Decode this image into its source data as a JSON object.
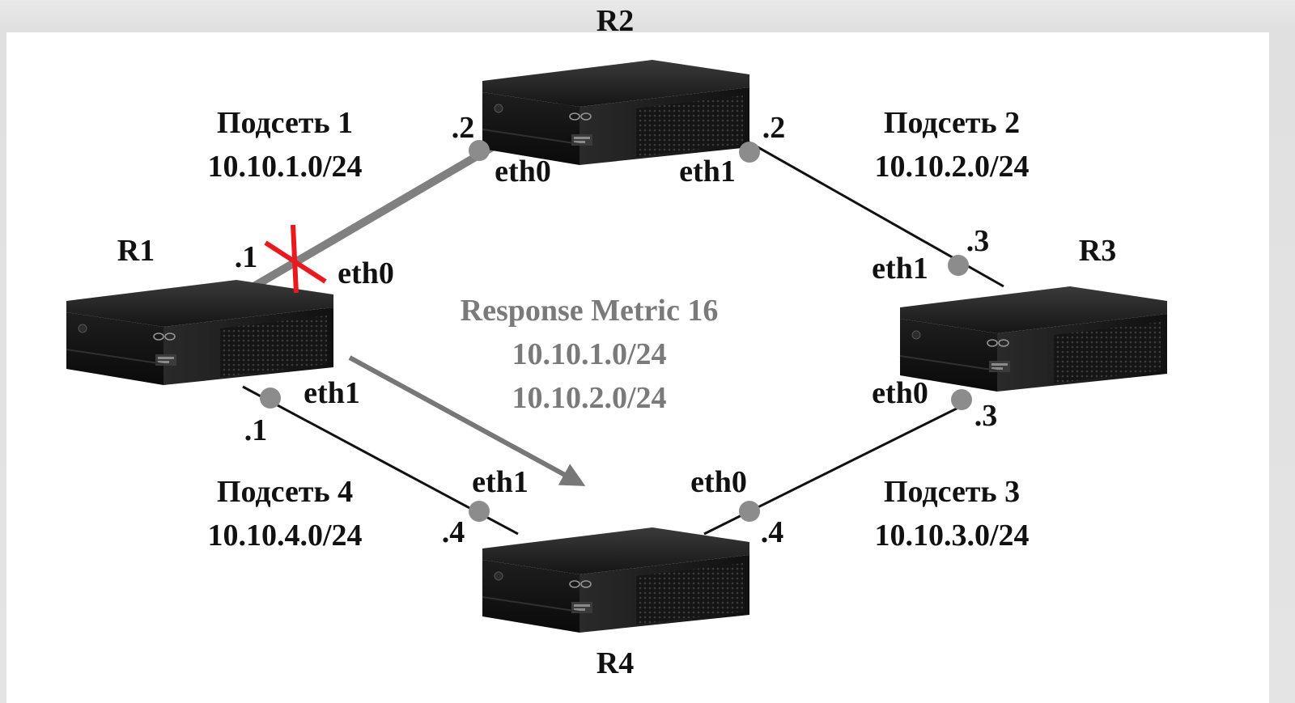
{
  "routers": {
    "r1": "R1",
    "r2": "R2",
    "r3": "R3",
    "r4": "R4"
  },
  "subnets": {
    "s1": {
      "name": "Подсеть 1",
      "cidr": "10.10.1.0/24"
    },
    "s2": {
      "name": "Подсеть 2",
      "cidr": "10.10.2.0/24"
    },
    "s3": {
      "name": "Подсеть 3",
      "cidr": "10.10.3.0/24"
    },
    "s4": {
      "name": "Подсеть 4",
      "cidr": "10.10.4.0/24"
    }
  },
  "interfaces": {
    "r1_eth0": {
      "name": "eth0",
      "octet": ".1"
    },
    "r1_eth1": {
      "name": "eth1",
      "octet": ".1"
    },
    "r2_eth0": {
      "name": "eth0",
      "octet": ".2"
    },
    "r2_eth1": {
      "name": "eth1",
      "octet": ".2"
    },
    "r3_eth1": {
      "name": "eth1",
      "octet": ".3"
    },
    "r3_eth0": {
      "name": "eth0",
      "octet": ".3"
    },
    "r4_eth1": {
      "name": "eth1",
      "octet": ".4"
    },
    "r4_eth0": {
      "name": "eth0",
      "octet": ".4"
    }
  },
  "response": {
    "title": "Response Metric 16",
    "routes": [
      "10.10.1.0/24",
      "10.10.2.0/24"
    ]
  },
  "colors": {
    "link_failed": "#808080",
    "link": "#111111",
    "port": "#8c8c8c",
    "fail_mark": "#e8191f",
    "arrow": "#777777"
  },
  "icons": {
    "router": "router-box-icon",
    "port": "port-dot-icon",
    "failure": "red-x-failure-icon"
  }
}
